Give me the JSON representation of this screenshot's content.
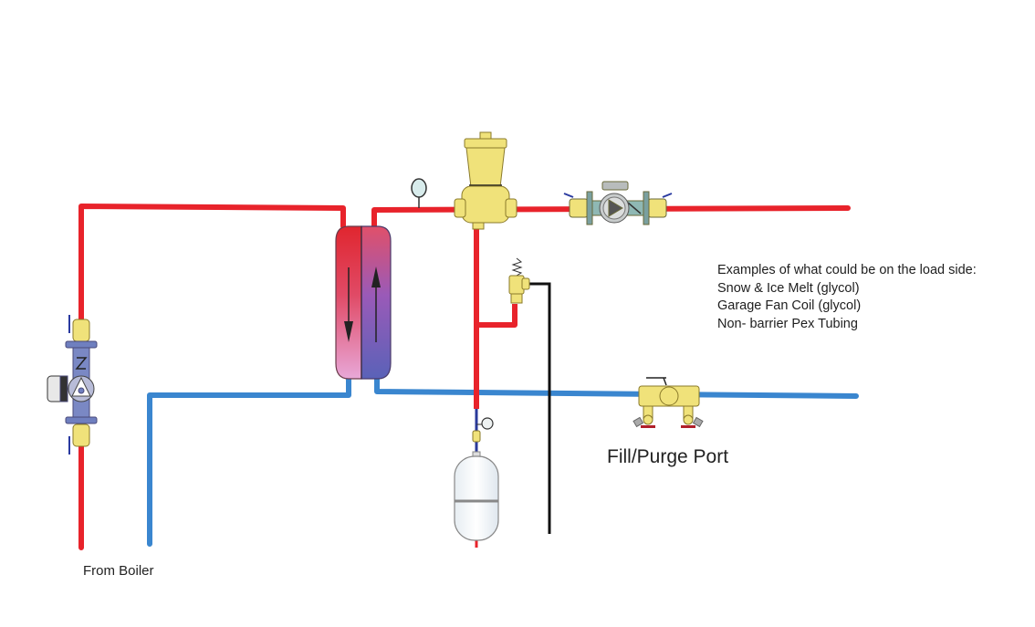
{
  "diagram": {
    "title": "Boiler to load-side heat exchanger piping schematic",
    "colors": {
      "supply_pipe": "#e8232b",
      "return_pipe": "#3a86cf",
      "relief_drain": "#111111",
      "brass": "#f0e27a",
      "pump_body": "#6f7fbf"
    },
    "labels": {
      "from_boiler": "From Boiler",
      "fill_purge_port": "Fill/Purge Port"
    },
    "load_side_note": {
      "heading": "Examples of what could be on the load side:",
      "items": [
        "Snow & Ice Melt (glycol)",
        "Garage Fan Coil (glycol)",
        "Non- barrier Pex Tubing"
      ]
    },
    "components": [
      "boiler-circulator-pump",
      "plate-heat-exchanger",
      "temperature-gauge",
      "air-separator",
      "load-circulator-pump",
      "pressure-relief-valve",
      "expansion-tank",
      "fill-purge-valve"
    ]
  }
}
